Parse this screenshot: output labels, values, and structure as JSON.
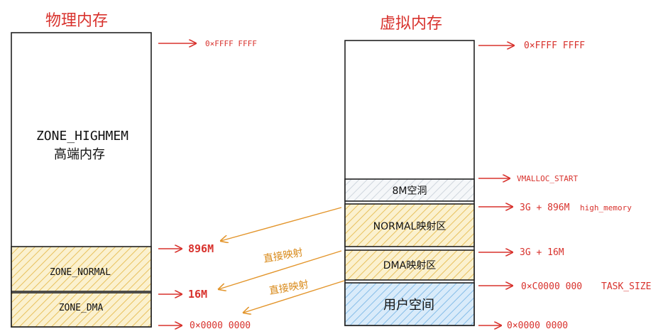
{
  "physical": {
    "title": "物理内存",
    "zones": {
      "highmem_name": "ZONE_HIGHMEM",
      "highmem_desc": "高端内存",
      "normal": "ZONE_NORMAL",
      "dma": "ZONE_DMA"
    },
    "addresses": {
      "top": "0×FFFF FFFF",
      "normal": "896M",
      "dma": "16M",
      "bottom": "0×0000 0000"
    }
  },
  "virtual": {
    "title": "虚拟内存",
    "regions": {
      "hole": "8M空洞",
      "normal_map": "NORMAL映射区",
      "dma_map": "DMA映射区",
      "user": "用户空间"
    },
    "addresses": {
      "top": "0×FFFF FFFF",
      "vmalloc": "VMALLOC_START",
      "high_memory_addr": "3G + 896M",
      "high_memory_label": "high_memory",
      "dma": "3G + 16M",
      "task_size_addr": "0×C0000 000",
      "task_size_label": "TASK_SIZE",
      "bottom": "0×0000 0000"
    }
  },
  "mapping": {
    "label_1": "直接映射",
    "label_2": "直接映射"
  },
  "colors": {
    "accent": "#d8322d",
    "mapping": "#e3952b",
    "zone_fill": "#f2cf74",
    "user_fill": "#93c3e8",
    "hole_fill": "#dfe3e8"
  }
}
